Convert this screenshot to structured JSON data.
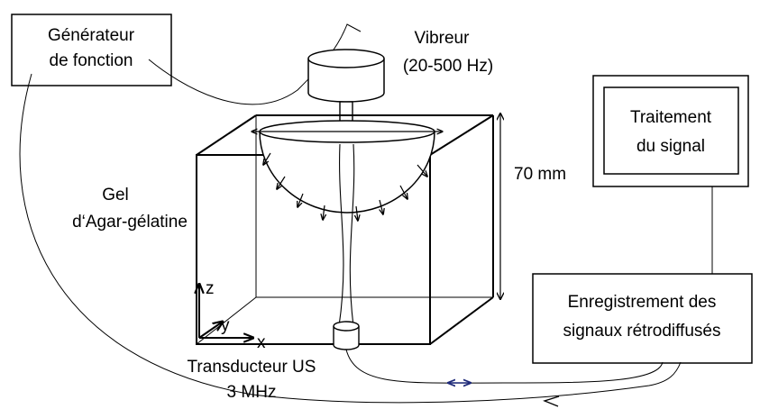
{
  "labels": {
    "generator_line1": "Générateur",
    "generator_line2": "de fonction",
    "vibrator_line1": "Vibreur",
    "vibrator_line2": "(20-500 Hz)",
    "processing_line1": "Traitement",
    "processing_line2": "du signal",
    "height_dim": "70 mm",
    "gel_line1": "Gel",
    "gel_line2": "d‘Agar-gélatine",
    "recording_line1": "Enregistrement des",
    "recording_line2": "signaux rétrodiffusés",
    "transducer_line1": "Transducteur US",
    "transducer_line2": "3 MHz",
    "axis_x": "x",
    "axis_y": "y",
    "axis_z": "z"
  },
  "colors": {
    "stroke": "#000000",
    "double_arrow": "#1f2a7a"
  }
}
